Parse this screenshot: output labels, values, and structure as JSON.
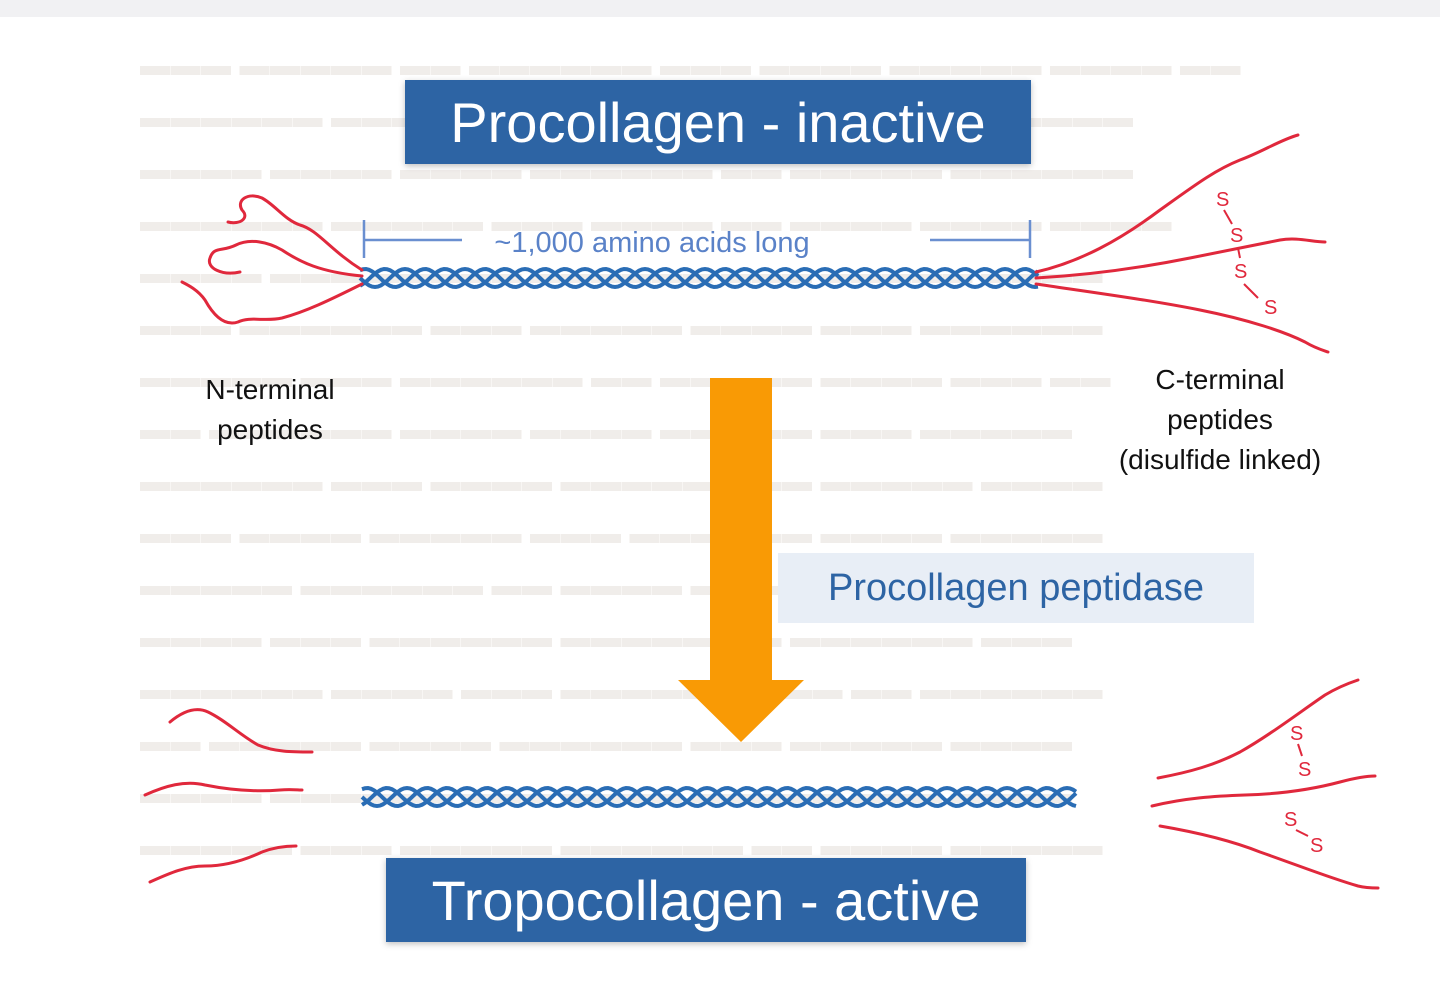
{
  "title_top": "Procollagen - inactive",
  "title_bottom": "Tropocollagen - active",
  "length_label": "~1,000 amino acids long",
  "n_terminal_label": [
    "N-terminal",
    "peptides"
  ],
  "c_terminal_label": [
    "C-terminal",
    "peptides",
    "(disulfide linked)"
  ],
  "enzyme_label": "Procollagen peptidase",
  "disulfide_symbol": "S",
  "colors": {
    "title_box": "#2d64a4",
    "helix": "#2a6db5",
    "peptide": "#e0283c",
    "arrow": "#f99a05",
    "enzyme_box": "#e8eef6",
    "measure_line": "#6a8fd0"
  }
}
